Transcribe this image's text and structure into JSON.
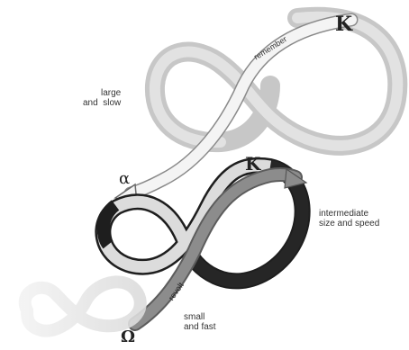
{
  "panarchy": {
    "large_loop": {
      "caption": "large\nand  slow",
      "symbol": "K"
    },
    "mid_loop": {
      "caption": "intermediate\nsize and speed",
      "symbol_top": "K",
      "symbol_left": "α"
    },
    "small_loop": {
      "caption": "small\nand fast",
      "symbol": "Ω"
    },
    "arrows": {
      "remember": "remember",
      "revolt": "revolt"
    },
    "colors": {
      "large": "#d6d6d6",
      "mid_dark": "#1e1e1e",
      "mid_light": "#dcdcdc",
      "small": "#e8e8e8",
      "revolt": "#7a7a7a"
    }
  }
}
